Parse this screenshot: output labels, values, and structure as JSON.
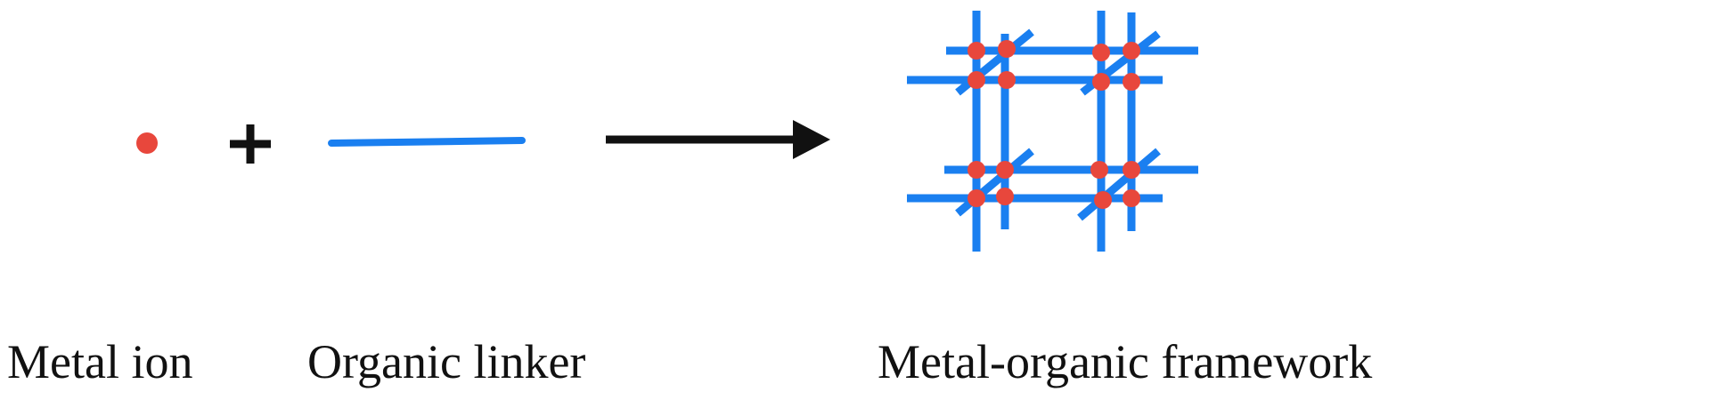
{
  "colors": {
    "metal_ion": "#e8473c",
    "organic_linker": "#1a7ff0",
    "symbols": "#111111"
  },
  "labels": {
    "metal_ion": "Metal ion",
    "organic_linker": "Organic linker",
    "mof": "Metal-organic framework"
  }
}
